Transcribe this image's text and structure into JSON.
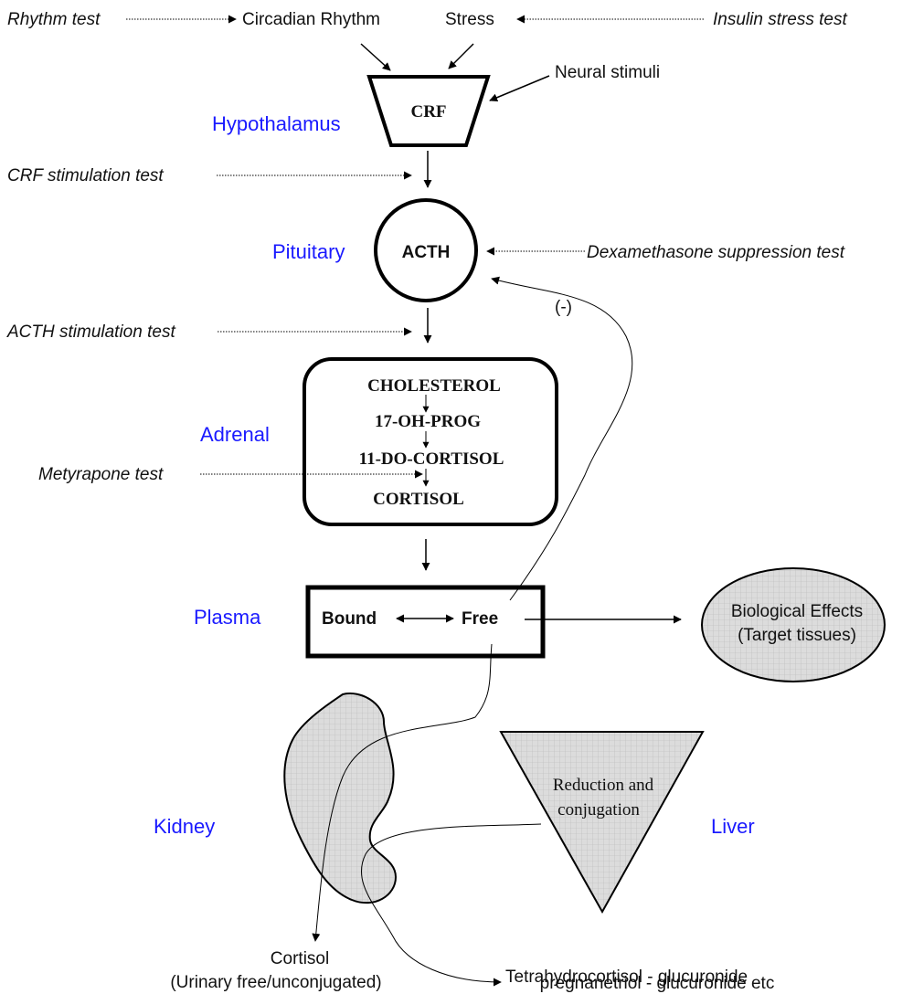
{
  "inputs": {
    "rhythm_test": "Rhythm test",
    "circadian_rhythm": "Circadian Rhythm",
    "stress": "Stress",
    "insulin_stress_test": "Insulin stress test",
    "neural_stimuli": "Neural stimuli"
  },
  "hypothalamus": {
    "label": "Hypothalamus",
    "hormone": "CRF"
  },
  "crf_test": "CRF stimulation test",
  "pituitary": {
    "label": "Pituitary",
    "hormone": "ACTH"
  },
  "dexamethasone_test": "Dexamethasone suppression test",
  "feedback": "(-)",
  "acth_test": "ACTH stimulation test",
  "adrenal": {
    "label": "Adrenal",
    "steps": [
      "CHOLESTEROL",
      "17-OH-PROG",
      "11-DO-CORTISOL",
      "CORTISOL"
    ]
  },
  "metyrapone_test": "Metyrapone test",
  "plasma": {
    "label": "Plasma",
    "bound": "Bound",
    "free": "Free"
  },
  "effects": {
    "line1": "Biological Effects",
    "line2": "(Target tissues)"
  },
  "liver": {
    "label": "Liver",
    "line1": "Reduction and",
    "line2": "conjugation"
  },
  "kidney": {
    "label": "Kidney"
  },
  "outputs": {
    "cortisol_1": "Cortisol",
    "cortisol_2": "(Urinary free/unconjugated)",
    "metabolites_1": "Tetrahydrocortisol - glucuronide",
    "metabolites_2": "pregnanetriol - glucuronide etc"
  },
  "colors": {
    "organ_label": "#1a1aff",
    "fill_grey": "#d9d9d9",
    "line": "#000000"
  }
}
